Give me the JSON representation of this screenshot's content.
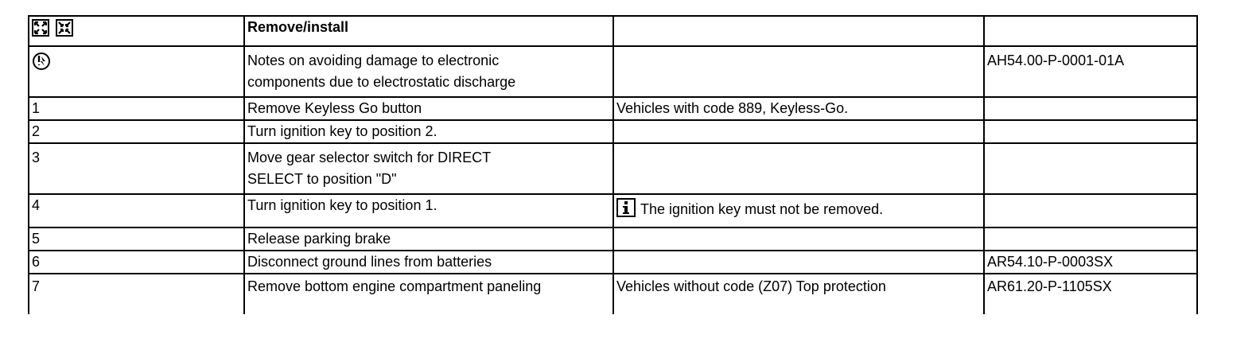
{
  "header": {
    "title": "Remove/install",
    "icons": [
      "expand-all-icon",
      "collapse-all-icon"
    ]
  },
  "esd_row": {
    "icon": "esd-warning-icon",
    "text_line1": "Notes on avoiding damage to electronic",
    "text_line2": "components due to electrostatic discharge",
    "reference": "AH54.00-P-0001-01A"
  },
  "steps": [
    {
      "num": "1",
      "action": "Remove Keyless Go button",
      "note": "Vehicles with code 889, Keyless-Go.",
      "reference": ""
    },
    {
      "num": "2",
      "action": "Turn ignition key to position 2.",
      "note": "",
      "reference": ""
    },
    {
      "num": "3",
      "action_line1": "Move gear selector switch for DIRECT",
      "action_line2": "SELECT to position \"D\"",
      "note": "",
      "reference": ""
    },
    {
      "num": "4",
      "action": "Turn ignition key to position 1.",
      "note_icon": "info-icon",
      "note": "The ignition key must not be removed.",
      "reference": ""
    },
    {
      "num": "5",
      "action": "Release parking brake",
      "note": "",
      "reference": ""
    },
    {
      "num": "6",
      "action": "Disconnect ground lines from batteries",
      "note": "",
      "reference": "AR54.10-P-0003SX"
    },
    {
      "num": "7",
      "action": "Remove bottom engine compartment paneling",
      "note": "Vehicles without code (Z07) Top protection",
      "reference": "AR61.20-P-1105SX"
    }
  ]
}
